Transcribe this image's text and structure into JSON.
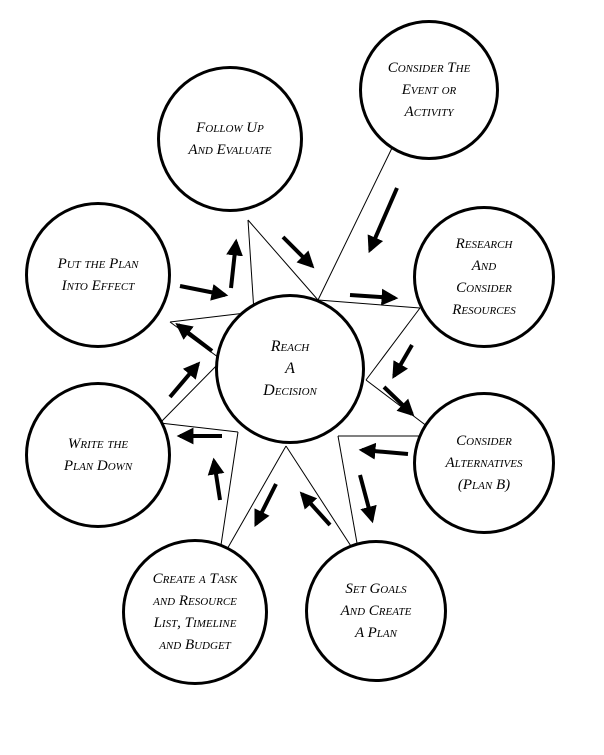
{
  "diagram": {
    "center": "Reach\nA\nDecision",
    "nodes": {
      "consider_event": "Consider The\nEvent or\nActivity",
      "research": "Research\nAnd\nConsider\nResources",
      "alternatives": "Consider\nAlternatives\n(Plan B)",
      "set_goals": "Set Goals\nAnd Create\nA Plan",
      "create_task": "Create a Task\nand Resource\nList, Timeline\nand Budget",
      "write_plan": "Write the\nPlan Down",
      "put_plan": "Put the Plan\nInto Effect",
      "follow_up": "Follow Up\nAnd Evaluate"
    }
  }
}
